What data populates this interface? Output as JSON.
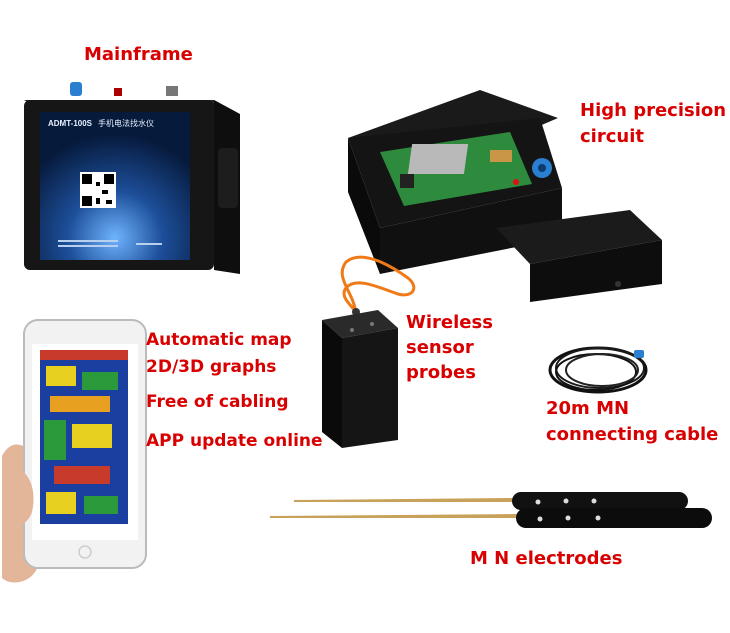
{
  "labels": {
    "mainframe": "Mainframe",
    "circuit_line1": "High precision",
    "circuit_line2": "circuit",
    "features": [
      "Automatic map",
      "2D/3D graphs",
      "Free of cabling",
      "APP update online"
    ],
    "wireless_line1": "Wireless",
    "wireless_line2": "sensor",
    "wireless_line3": "probes",
    "cable_line1": "20m MN",
    "cable_line2": "connecting cable",
    "electrodes": "M N electrodes"
  },
  "device": {
    "model": "ADMT-100S",
    "name_cn": "手机电法找水仪"
  },
  "colors": {
    "label_red": "#d80000",
    "device_black": "#1c1c1c",
    "panel_blue": "#1e5aa8",
    "pcb_green": "#2e8b3e",
    "brass": "#c8a25a"
  }
}
